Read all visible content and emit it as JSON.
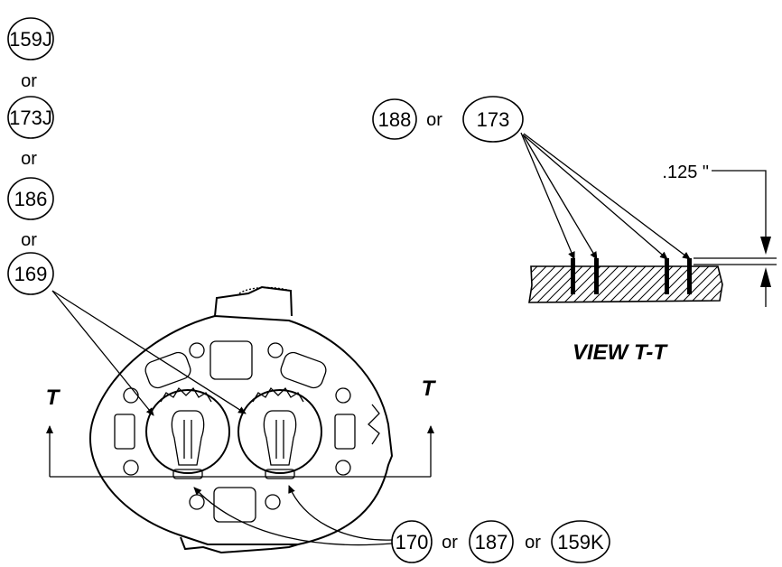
{
  "callouts_left": [
    {
      "label": "159J"
    },
    {
      "label": "173J"
    },
    {
      "label": "186"
    },
    {
      "label": "169"
    }
  ],
  "or_word": "or",
  "callouts_top": [
    {
      "label": "188"
    },
    {
      "label": "173"
    }
  ],
  "callouts_bottom": [
    {
      "label": "170"
    },
    {
      "label": "187"
    },
    {
      "label": "159K"
    }
  ],
  "dimension": ".125 \"",
  "view_title": "VIEW T-T",
  "section_marker": "T",
  "colors": {
    "line": "#000000",
    "background": "#ffffff"
  }
}
